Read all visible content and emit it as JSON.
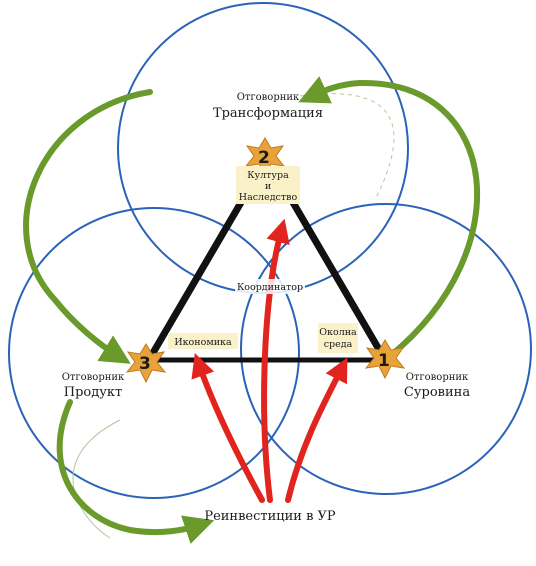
{
  "roles": {
    "transformation": {
      "title": "Отговорник",
      "name": "Трансформация"
    },
    "product": {
      "title": "Отговорник",
      "name": "Продукт"
    },
    "raw": {
      "title": "Отговорник",
      "name": "Суровина"
    }
  },
  "vertices": {
    "v1": {
      "num": "1",
      "label_line1": "Околна",
      "label_line2": "среда"
    },
    "v2": {
      "num": "2",
      "label_line1": "Култура",
      "label_line2": "и",
      "label_line3": "Наследство"
    },
    "v3": {
      "num": "3",
      "label": "Икономика"
    }
  },
  "coordinator": "Координатор",
  "reinvest": "Реинвестиции в УР",
  "colors": {
    "circle": "#2a63b8",
    "green_arrow": "#6a9a2c",
    "red_arrow": "#e2241f",
    "star": "#e8a23a",
    "label_bg": "#fbf1c9"
  }
}
